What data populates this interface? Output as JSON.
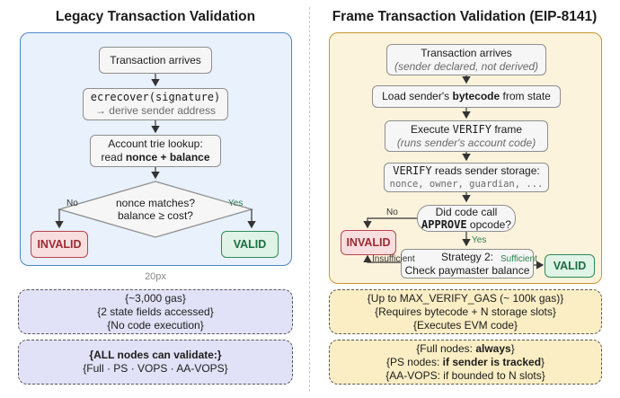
{
  "legacy": {
    "title": "Legacy Transaction Validation",
    "steps": {
      "arrives": "Transaction arrives",
      "ecrecover": "ecrecover(signature)",
      "ecrecover_sub": "→ derive sender address",
      "trie_line1": "Account trie lookup:",
      "trie_read": "read ",
      "trie_bold": "nonce + balance",
      "decision_line1": "nonce matches?",
      "decision_line2": "balance ≥ cost?"
    },
    "edges": {
      "no": "No",
      "yes": "Yes"
    },
    "outcomes": {
      "invalid": "INVALID",
      "valid": "VALID"
    },
    "spacer_label": "20px",
    "cost_summary": [
      "{~3,000 gas}",
      "{2 state fields accessed}",
      "{No code execution}"
    ],
    "nodes_summary": {
      "line1": "{ALL nodes can validate:}",
      "line2": "{Full · PS · VOPS · AA-VOPS}"
    }
  },
  "frame": {
    "title": "Frame Transaction Validation (EIP-8141)",
    "steps": {
      "arrives": "Transaction arrives",
      "arrives_sub": "(sender declared, not derived)",
      "load_pre": "Load sender's ",
      "load_bold": "bytecode",
      "load_post": " from state",
      "exec_pre": "Execute ",
      "exec_mono": "VERIFY",
      "exec_post": " frame",
      "exec_sub": "(runs sender's account code)",
      "reads_mono": "VERIFY",
      "reads_post": " reads sender storage:",
      "reads_sub": "nonce, owner, guardian, ...",
      "decision_line1": "Did code call",
      "decision_mono": "APPROVE",
      "decision_post": " opcode?",
      "strategy_line1": "Strategy 2:",
      "strategy_line2": "Check paymaster balance"
    },
    "edges": {
      "no": "No",
      "yes": "Yes",
      "insufficient": "Insufficient",
      "sufficient": "Sufficient"
    },
    "outcomes": {
      "invalid": "INVALID",
      "valid": "VALID"
    },
    "cost_summary": [
      "{Up to MAX_VERIFY_GAS (~ 100k gas)}",
      "{Requires bytecode + N storage slots}",
      "{Executes EVM code}"
    ],
    "nodes_summary": {
      "full_pre": "{Full nodes: ",
      "full_bold": "always",
      "full_post": "}",
      "ps_pre": "{PS nodes: ",
      "ps_bold": "if sender is tracked",
      "ps_post": "}",
      "aa": "{AA-VOPS: if bounded to N slots}"
    }
  },
  "colors": {
    "legacy_panel_bg": "#e9f1fc",
    "legacy_panel_border": "#4f86c9",
    "frame_panel_bg": "#fcf3dc",
    "frame_panel_border": "#c9962f",
    "legacy_summary_bg": "#e1e2f7",
    "frame_summary_bg": "#fbeec4",
    "invalid_bg": "#f9dedf",
    "invalid_border": "#b8454c",
    "invalid_text": "#9b2a31",
    "valid_bg": "#dff3e6",
    "valid_border": "#2f8b58",
    "valid_text": "#1e6e43",
    "yes_label": "#2f7d4e"
  }
}
